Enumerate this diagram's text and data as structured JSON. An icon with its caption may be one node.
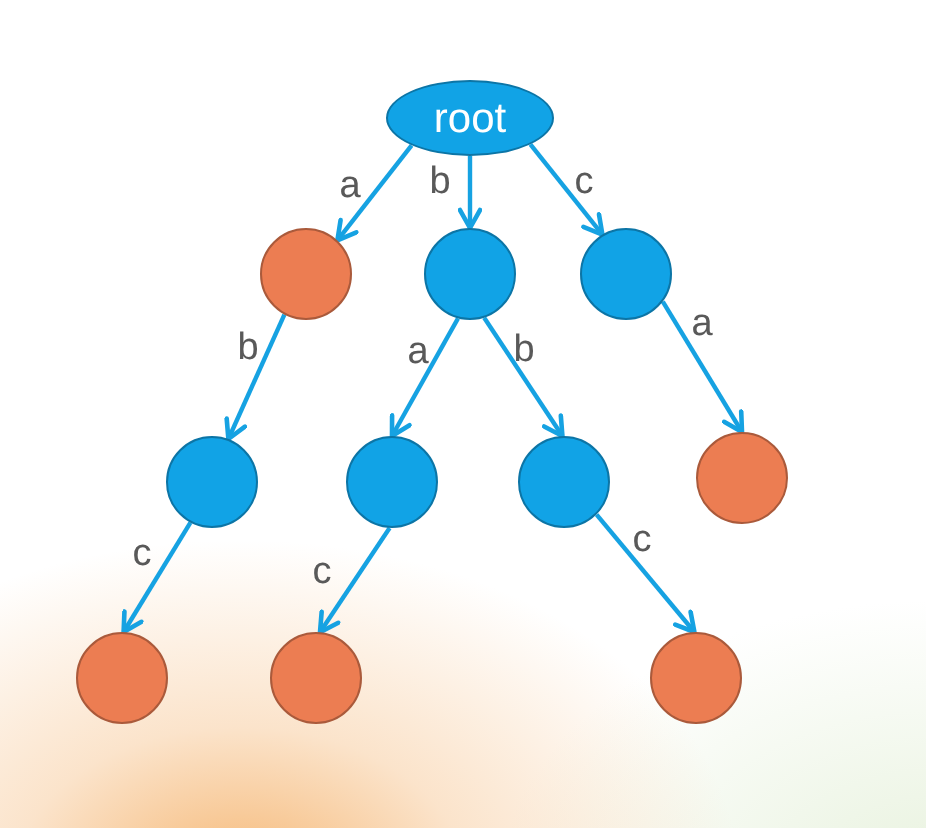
{
  "diagram": {
    "nodes": [
      {
        "text": [
          "root"
        ]
      },
      {
        "text": [],
        "shape": "circle"
      },
      {
        "text": [],
        "shape": "circle"
      },
      {
        "text": [],
        "shape": "circle"
      },
      {
        "text": [],
        "shape": "circle"
      },
      {
        "text": [],
        "shape": "circle"
      },
      {
        "text": [],
        "shape": "circle"
      },
      {
        "text": [],
        "shape": "circle"
      },
      {
        "text": [],
        "shape": "circle"
      },
      {
        "text": [],
        "shape": "circle"
      },
      {
        "text": [],
        "shape": "circle"
      }
    ],
    "edges": [
      {
        "from": 0,
        "to": 1,
        "arrow": "to",
        "label": "a"
      },
      {
        "from": 0,
        "to": 2,
        "arrow": "to",
        "label": "b"
      },
      {
        "from": 0,
        "to": 3,
        "arrow": "to",
        "label": "c"
      },
      {
        "from": 1,
        "to": 4,
        "arrow": "to",
        "label": "b"
      },
      {
        "from": 2,
        "to": 5,
        "arrow": "to",
        "label": "a"
      },
      {
        "from": 2,
        "to": 6,
        "arrow": "to",
        "label": "b"
      },
      {
        "from": 3,
        "to": 7,
        "arrow": "to",
        "label": "a"
      },
      {
        "from": 4,
        "to": 8,
        "arrow": "to",
        "label": "c"
      },
      {
        "from": 5,
        "to": 9,
        "arrow": "to",
        "label": "c"
      },
      {
        "from": 6,
        "to": 10,
        "arrow": "to",
        "label": "c"
      }
    ]
  }
}
